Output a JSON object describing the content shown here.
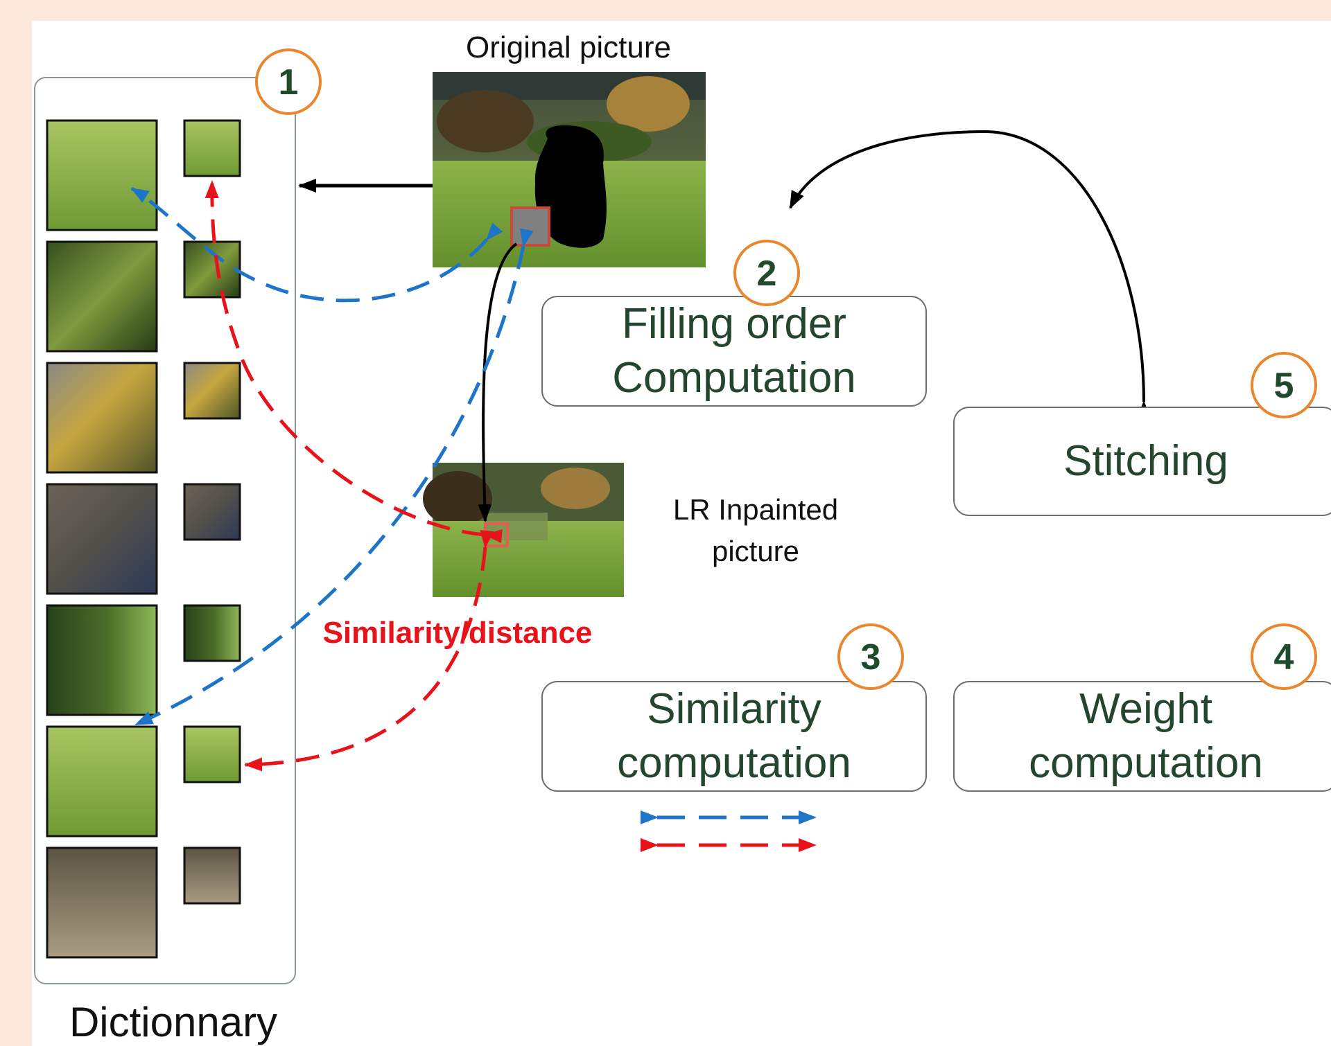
{
  "labels": {
    "original_picture": "Original picture",
    "lr_line1": "LR Inpainted",
    "lr_line2": "picture",
    "similarity_distance": "Similarity/distance",
    "dictionary": "Dictionnary"
  },
  "steps": [
    {
      "number": "1"
    },
    {
      "number": "2",
      "line1": "Filling order",
      "line2": "Computation"
    },
    {
      "number": "3",
      "line1": "Similarity",
      "line2": "computation"
    },
    {
      "number": "4",
      "line1": "Weight",
      "line2": "computation"
    },
    {
      "number": "5",
      "line1": "Stitching"
    }
  ],
  "colors": {
    "background": "#fbe9dc",
    "panel": "#ffffff",
    "badge_ring": "#e8872e",
    "badge_text": "#1f4a2b",
    "box_text": "#24452e",
    "blue_arrow": "#1d74c9",
    "red_arrow": "#e8121a",
    "black_arrow": "#000000"
  },
  "dictionary_patches": [
    {
      "kind": "grass"
    },
    {
      "kind": "foliage"
    },
    {
      "kind": "autumn-tree"
    },
    {
      "kind": "roof-fence"
    },
    {
      "kind": "hedge-fence"
    },
    {
      "kind": "grass"
    },
    {
      "kind": "bare-shrub"
    }
  ]
}
